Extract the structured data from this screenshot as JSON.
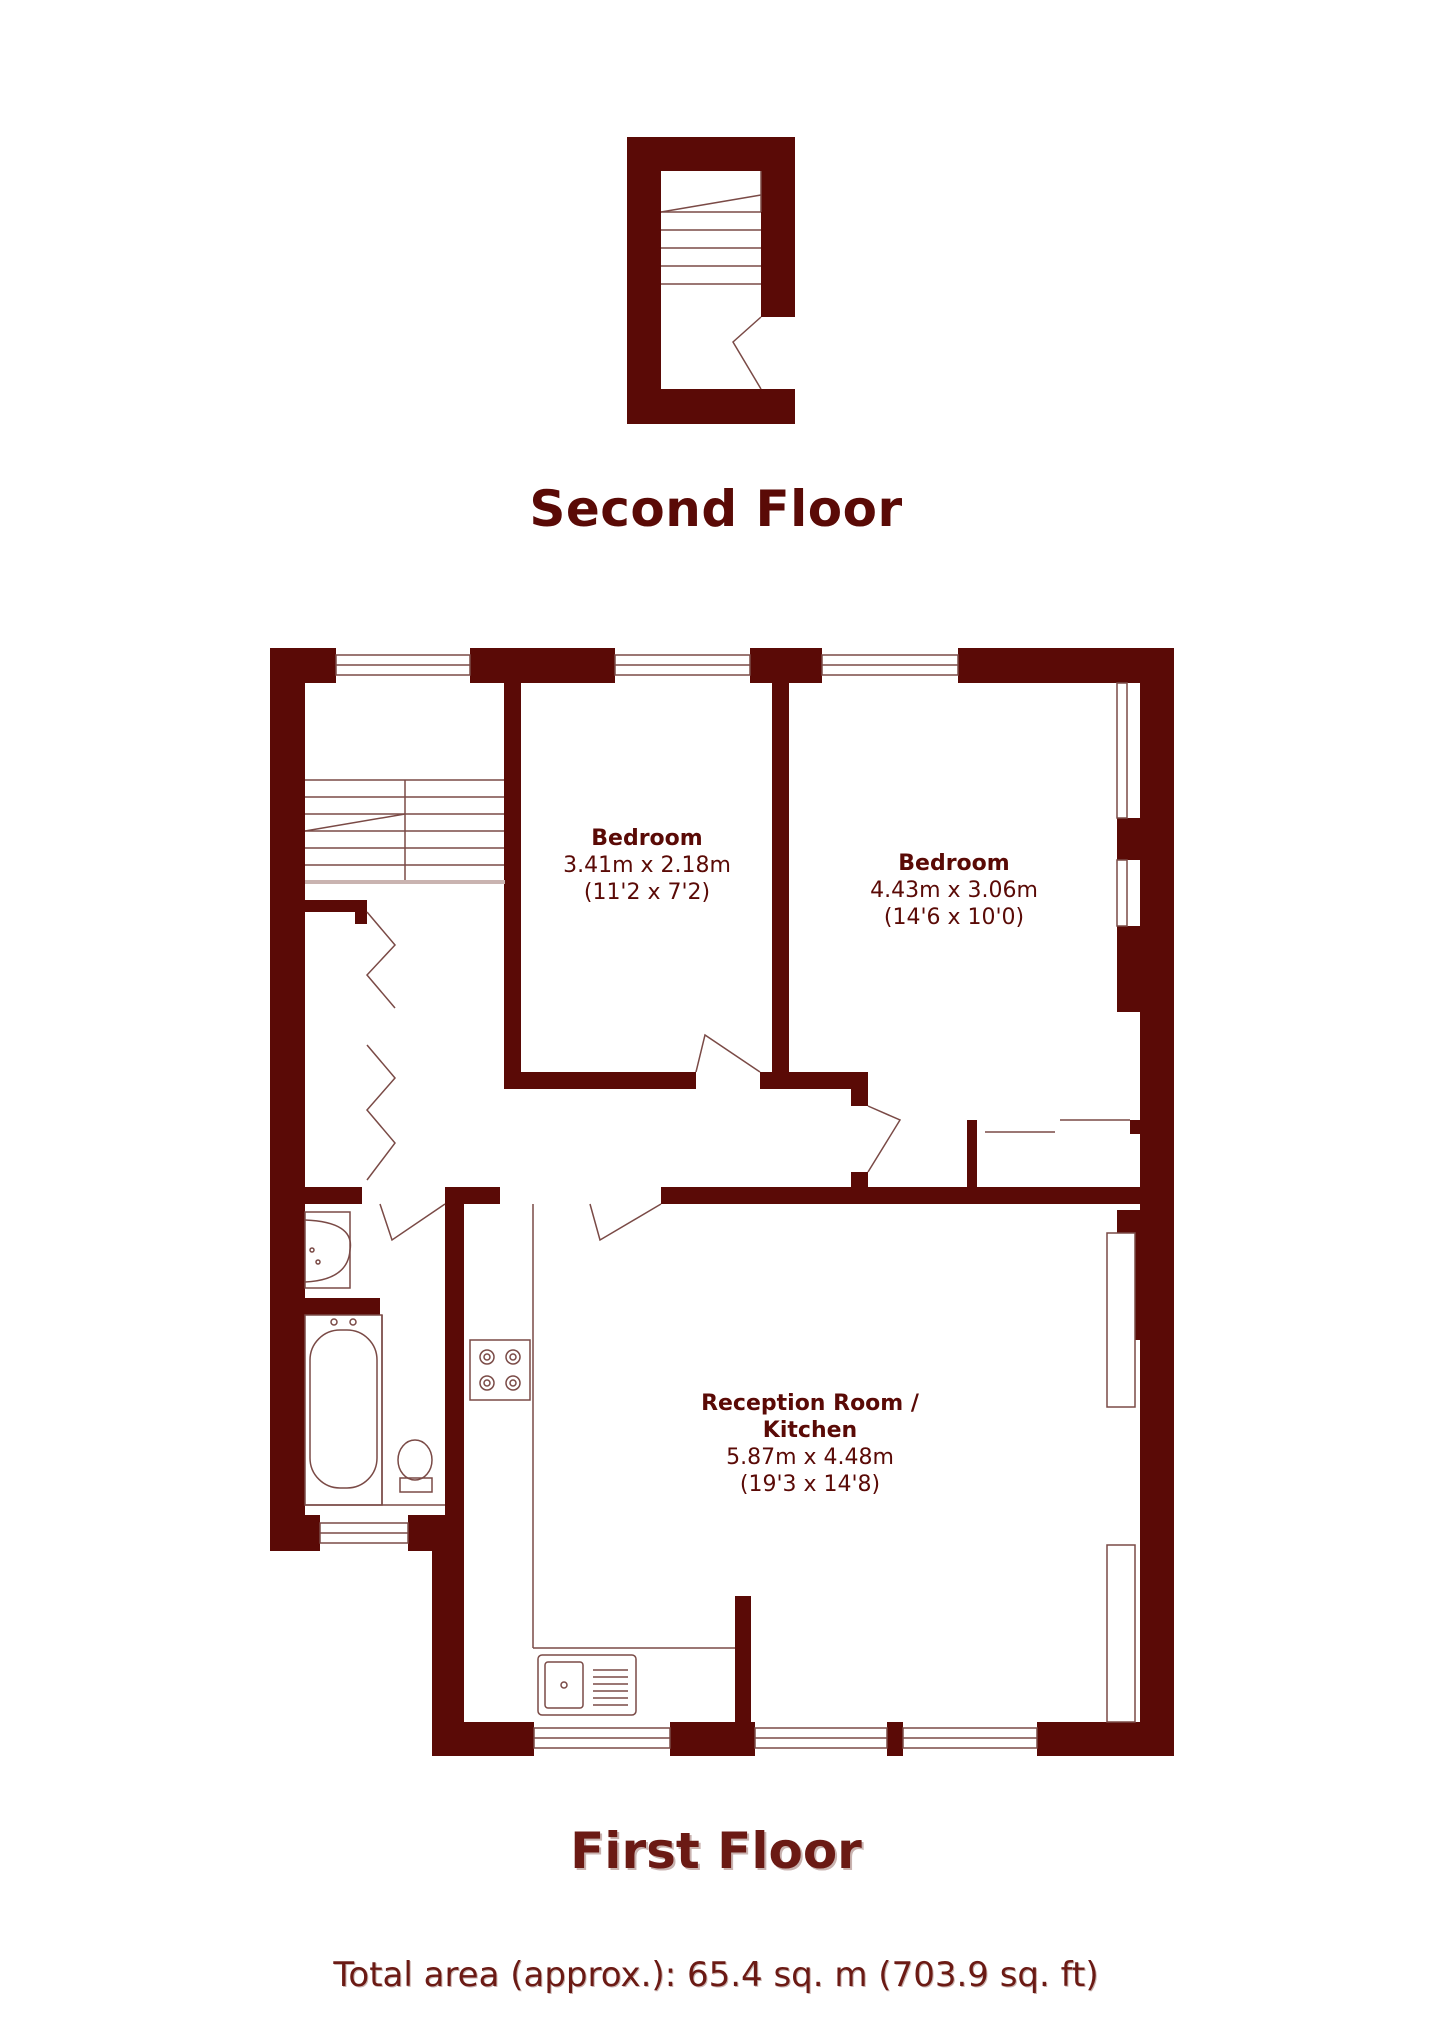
{
  "floors": {
    "second": {
      "label": "Second Floor"
    },
    "first": {
      "label": "First Floor"
    }
  },
  "rooms": [
    {
      "name": "Bedroom",
      "metric": "3.41m x 2.18m",
      "imperial": "(11'2 x 7'2)"
    },
    {
      "name": "Bedroom",
      "metric": "4.43m x 3.06m",
      "imperial": "(14'6 x 10'0)"
    },
    {
      "name_line1": "Reception Room /",
      "name_line2": "Kitchen",
      "metric": "5.87m x 4.48m",
      "imperial": "(19'3 x 14'8)"
    }
  ],
  "total_area": "Total area (approx.): 65.4 sq. m (703.9 sq. ft)",
  "colors": {
    "wall": "#5a0a06",
    "text": "#5a0a06",
    "fixture_line": "#7a4a46"
  }
}
